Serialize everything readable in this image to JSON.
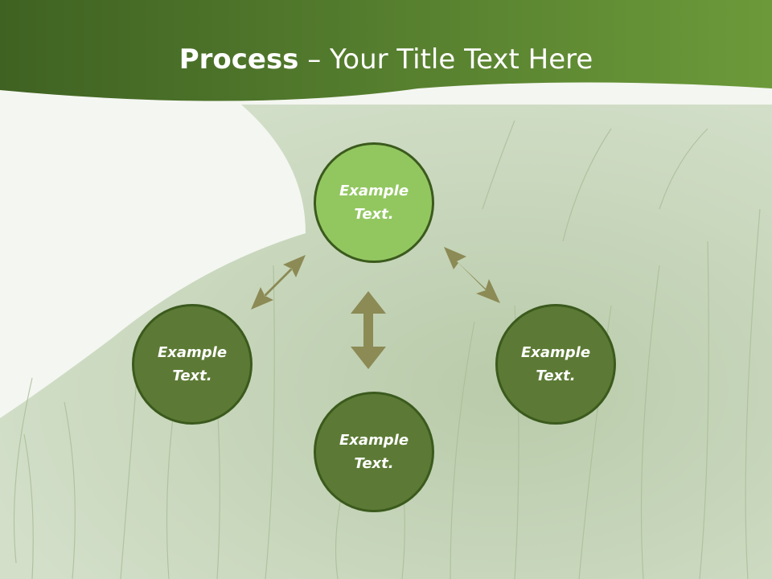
{
  "title": {
    "bold": "Process",
    "light": " – Your Title Text Here"
  },
  "nodes": {
    "top": "Example Text.",
    "left": "Example Text.",
    "right": "Example Text.",
    "bottom": "Example Text."
  },
  "colors": {
    "header_green": "#4d7227",
    "node_dark": "#5c7a35",
    "node_light": "#92c760",
    "node_border": "#3b5a1d",
    "arrow": "#8c8a55",
    "grass": "#c5d4b8"
  }
}
